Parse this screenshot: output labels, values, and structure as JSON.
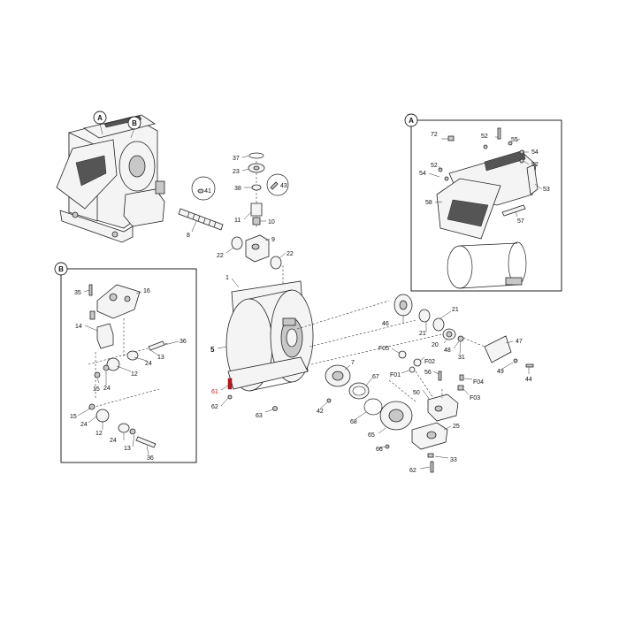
{
  "diagram": {
    "callouts": {
      "a": "A",
      "b": "B"
    },
    "detail_a_items": [
      "72",
      "52",
      "55",
      "54",
      "52",
      "52",
      "54",
      "53",
      "58",
      "57"
    ],
    "detail_b_items": [
      "35",
      "16",
      "14",
      "36",
      "13",
      "24",
      "12",
      "15",
      "24",
      "15",
      "24",
      "12",
      "24",
      "13",
      "36"
    ],
    "main_items": [
      "37",
      "23",
      "38",
      "41",
      "43",
      "11",
      "10",
      "9",
      "8",
      "22",
      "22",
      "1",
      "5",
      "61",
      "62",
      "63",
      "7",
      "42",
      "67",
      "68",
      "65",
      "66",
      "46",
      "21",
      "21",
      "20",
      "48",
      "31",
      "47",
      "F05",
      "F02",
      "F01",
      "56",
      "49",
      "44",
      "F04",
      "F03",
      "50",
      "25",
      "33",
      "62"
    ],
    "highlight_color": "#c0141c"
  }
}
